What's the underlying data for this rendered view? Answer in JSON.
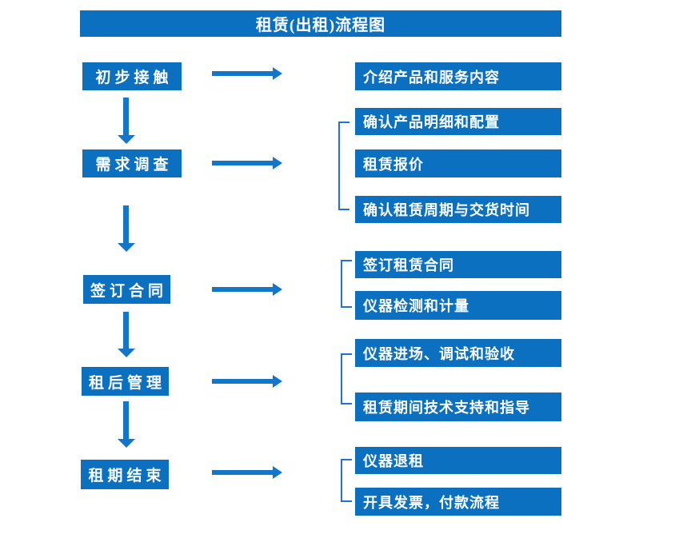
{
  "title": "租赁(出租)流程图",
  "colors": {
    "box_blue": "#0b70c0",
    "arrow_blue": "#1376c8",
    "bracket_blue": "#2273c3",
    "text": "#ffffff",
    "background": "#ffffff"
  },
  "steps": [
    {
      "label": "初步接触",
      "details": [
        "介绍产品和服务内容"
      ]
    },
    {
      "label": "需求调查",
      "details": [
        "确认产品明细和配置",
        "租赁报价",
        "确认租赁周期与交货时间"
      ]
    },
    {
      "label": "签订合同",
      "details": [
        "签订租赁合同",
        "仪器检测和计量"
      ]
    },
    {
      "label": "租后管理",
      "details": [
        "仪器进场、调试和验收",
        "租赁期间技术支持和指导"
      ]
    },
    {
      "label": "租期结束",
      "details": [
        "仪器退租",
        "开具发票，付款流程"
      ]
    }
  ]
}
